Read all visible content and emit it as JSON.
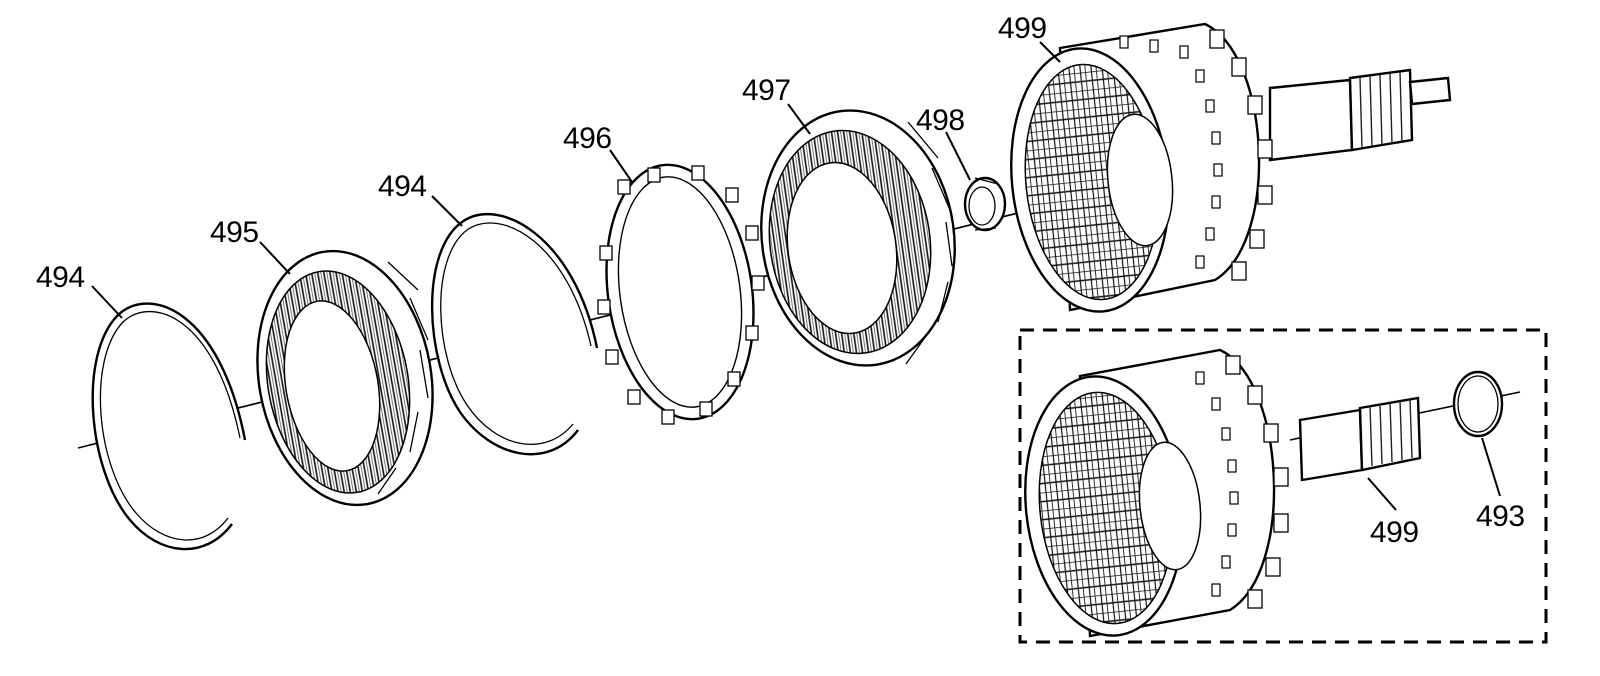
{
  "callouts": {
    "ring_494_left": "494",
    "ring_495": "495",
    "ring_494_right": "494",
    "plate_496": "496",
    "plate_497": "497",
    "washer_498": "498",
    "housing_499_top": "499",
    "housing_499_detail": "499",
    "ring_493_detail": "493"
  },
  "colors": {
    "line": "#000000",
    "background": "#ffffff",
    "hatch": "#222222"
  }
}
